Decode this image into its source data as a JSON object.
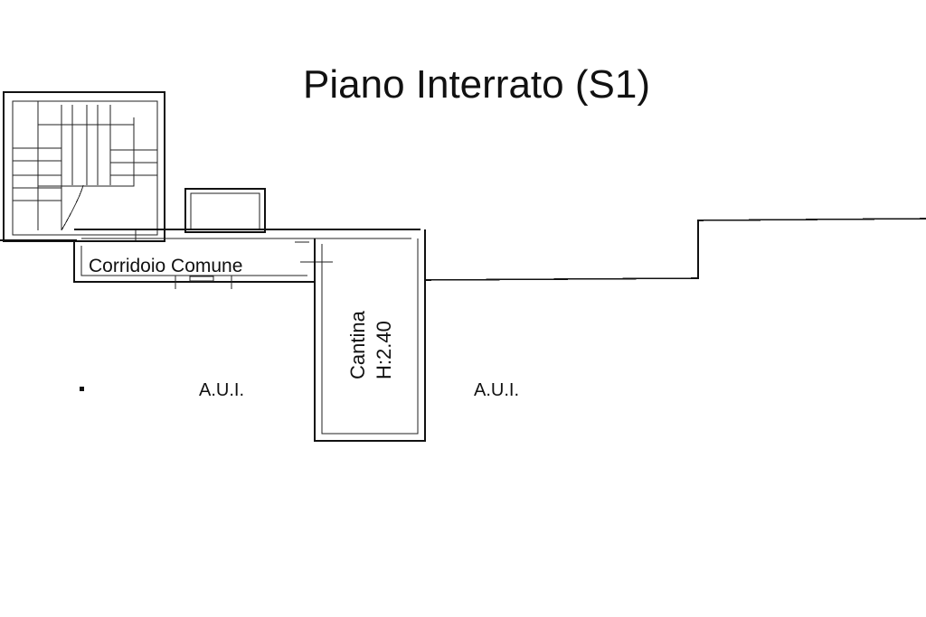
{
  "plan": {
    "title": "Piano Interrato (S1)",
    "rooms": {
      "corridor_label": "Corridoio Comune",
      "cellar_label": "Cantina",
      "cellar_height": "H:2.40"
    },
    "areas": {
      "left_label": "A.U.I.",
      "right_label": "A.U.I."
    }
  }
}
